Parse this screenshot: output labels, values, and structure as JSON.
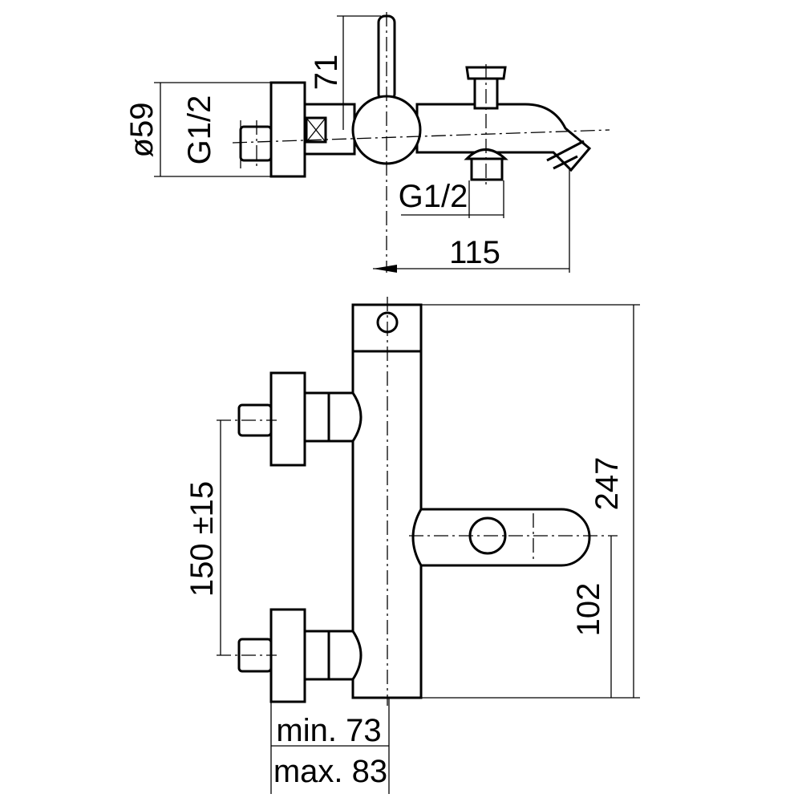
{
  "title": "Bath mixer technical drawing",
  "dimensions": {
    "top_height": "71",
    "flange_diameter": "ø59",
    "inlet_thread_left": "G1/2",
    "outlet_thread": "G1/2",
    "spout_length": "115",
    "total_height": "247",
    "inlet_spacing": "150 ±15",
    "handle_height": "102",
    "min_projection": "min. 73",
    "max_projection": "max. 83"
  }
}
